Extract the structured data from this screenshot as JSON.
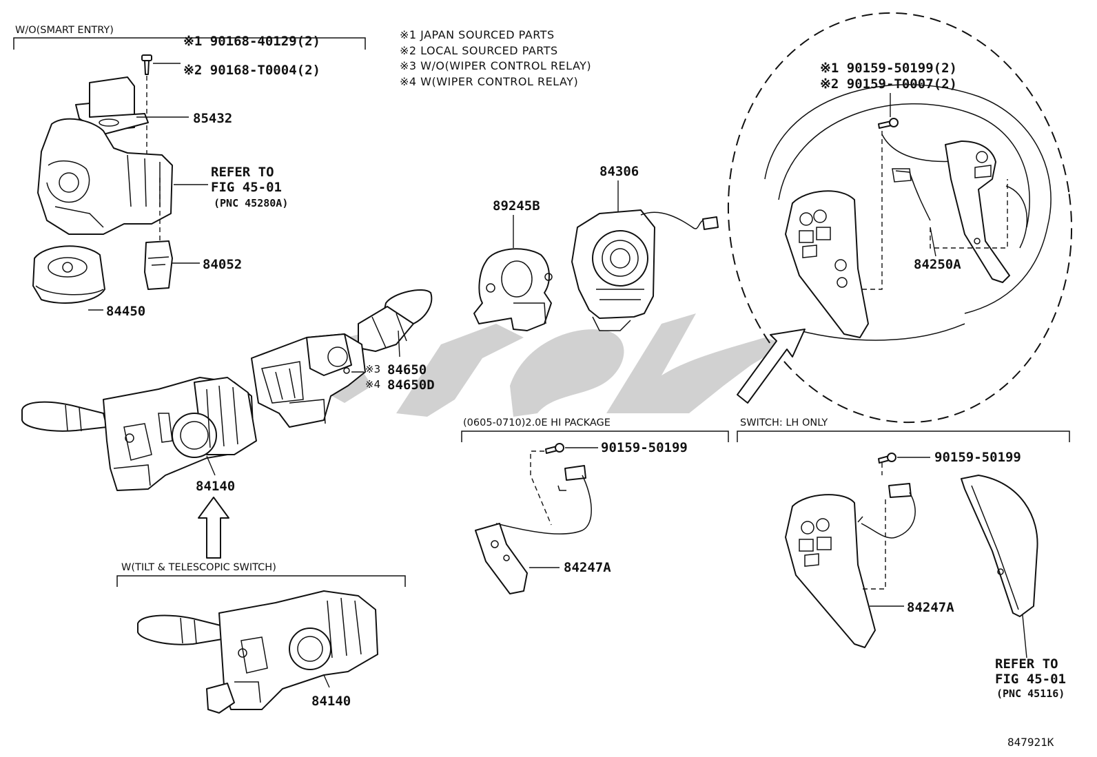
{
  "sections": {
    "smart_entry": "W/O(SMART ENTRY)",
    "tilt": "W(TILT & TELESCOPIC SWITCH)",
    "hi_package": "(0605-0710)2.0E HI PACKAGE",
    "lh_only": "SWITCH: LH ONLY"
  },
  "notes": [
    "※1 JAPAN SOURCED PARTS",
    "※2 LOCAL SOURCED PARTS",
    "※3 W/O(WIPER CONTROL RELAY)",
    "※4 W(WIPER CONTROL RELAY)"
  ],
  "parts": {
    "screw_a1": "※1 90168-40129(2)",
    "screw_a2": "※2 90168-T0004(2)",
    "p85432": "85432",
    "refer_a1": "REFER TO",
    "refer_a2": "FIG 45-01",
    "refer_a3": "(PNC 45280A)",
    "p84052": "84052",
    "p84450": "84450",
    "p89245b": "89245B",
    "p84306": "84306",
    "screw_b1": "※1 90159-50199(2)",
    "screw_b2": "※2 90159-T0007(2)",
    "p84250a": "84250A",
    "p84650": "84650",
    "p84650d": "84650D",
    "mark3": "※3",
    "mark4": "※4",
    "p84140_top": "84140",
    "p84140_bottom": "84140",
    "screw_c": "90159-50199",
    "p84247a_left": "84247A",
    "screw_d": "90159-50199",
    "p84247a_right": "84247A",
    "refer_b1": "REFER TO",
    "refer_b2": "FIG 45-01",
    "refer_b3": "(PNC 45116)",
    "figure_no": "847921K"
  },
  "colors": {
    "line": "#111111",
    "watermark": "#c9c9c9",
    "background": "#ffffff"
  }
}
